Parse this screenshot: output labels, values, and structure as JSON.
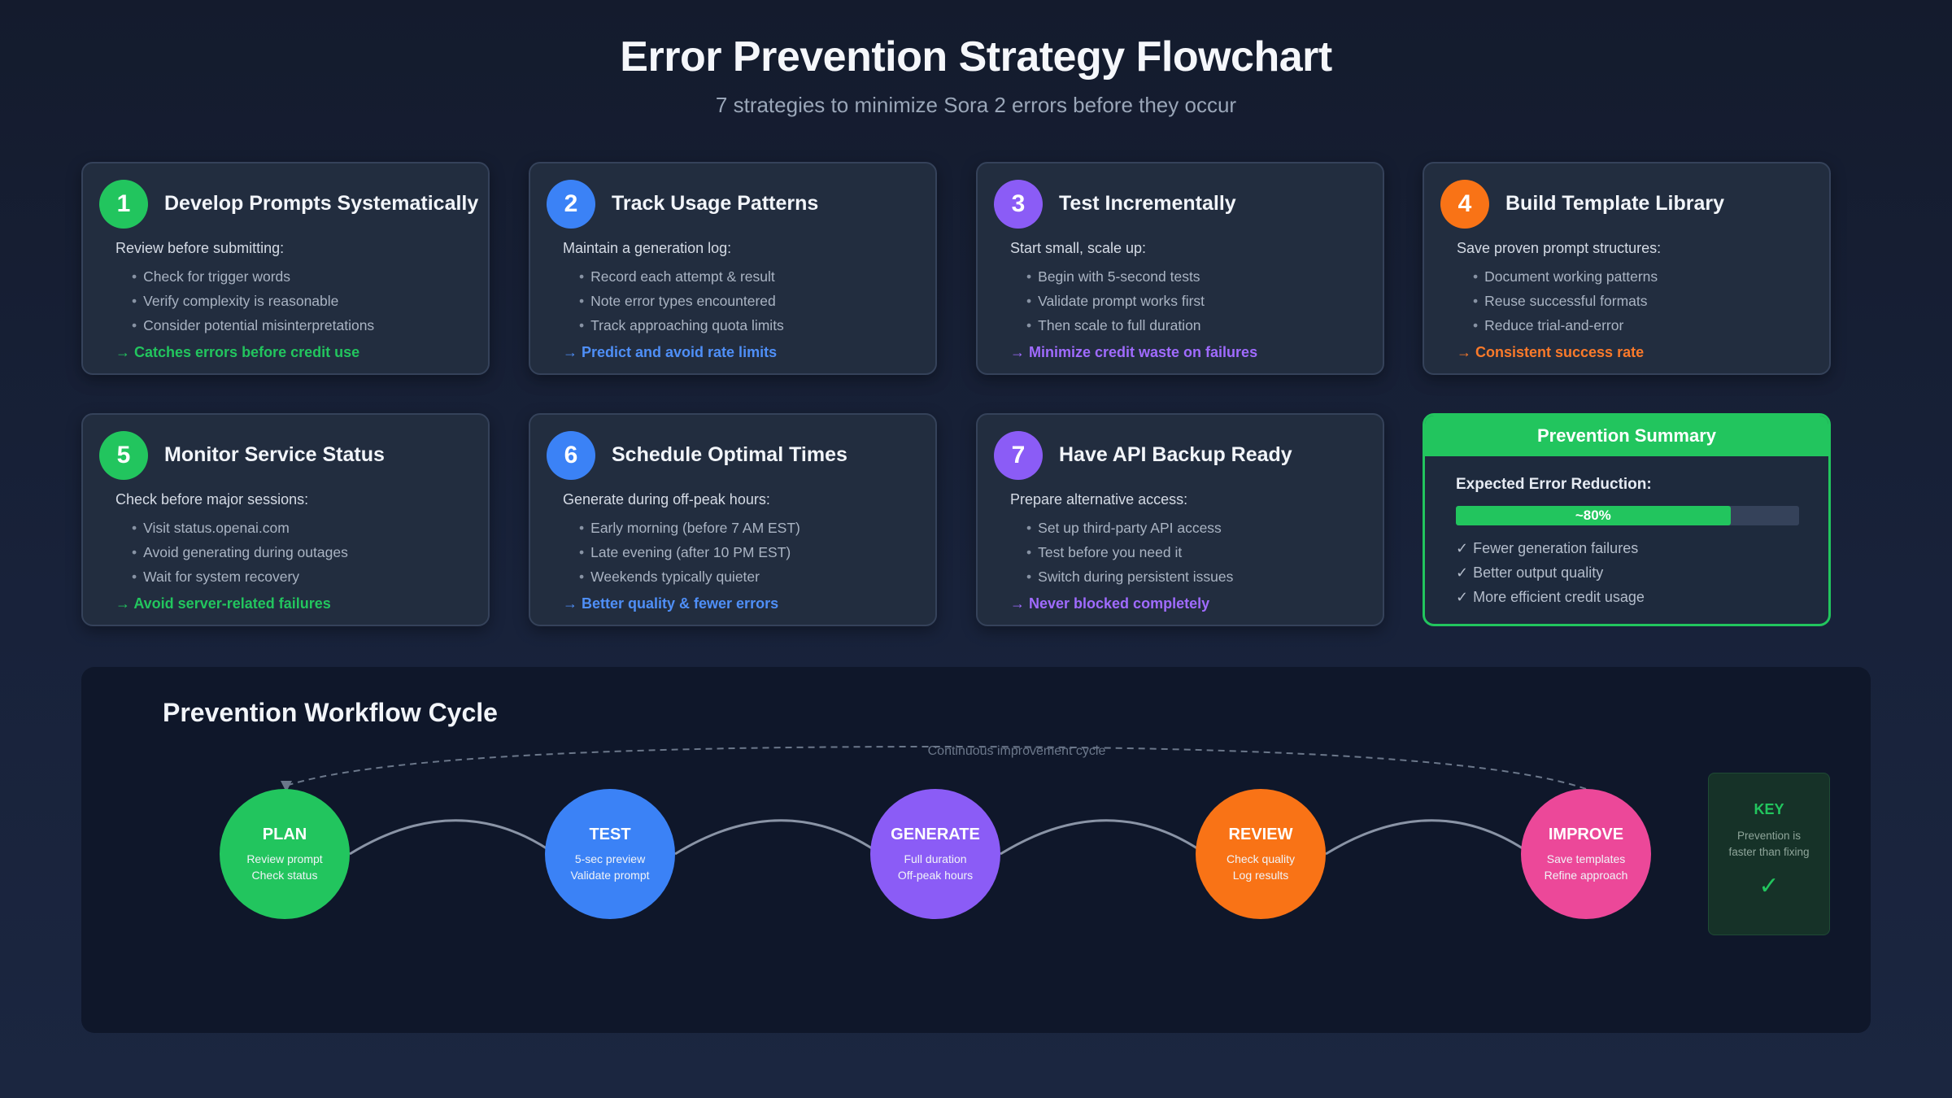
{
  "header": {
    "title": "Error Prevention Strategy Flowchart",
    "subtitle": "7 strategies to minimize Sora 2 errors before they occur"
  },
  "strategies": [
    {
      "number": "1",
      "title": "Develop Prompts Systematically",
      "intro": "Review before submitting:",
      "items": [
        "Check for trigger words",
        "Verify complexity is reasonable",
        "Consider potential misinterpretations"
      ],
      "outcome": "→ Catches errors before credit use",
      "color": "#22c55e"
    },
    {
      "number": "2",
      "title": "Track Usage Patterns",
      "intro": "Maintain a generation log:",
      "items": [
        "Record each attempt & result",
        "Note error types encountered",
        "Track approaching quota limits"
      ],
      "outcome": "→ Predict and avoid rate limits",
      "color": "#3b82f6"
    },
    {
      "number": "3",
      "title": "Test Incrementally",
      "intro": "Start small, scale up:",
      "items": [
        "Begin with 5-second tests",
        "Validate prompt works first",
        "Then scale to full duration"
      ],
      "outcome": "→ Minimize credit waste on failures",
      "color": "#8b5cf6"
    },
    {
      "number": "4",
      "title": "Build Template Library",
      "intro": "Save proven prompt structures:",
      "items": [
        "Document working patterns",
        "Reuse successful formats",
        "Reduce trial-and-error"
      ],
      "outcome": "→ Consistent success rate",
      "color": "#f97316"
    },
    {
      "number": "5",
      "title": "Monitor Service Status",
      "intro": "Check before major sessions:",
      "items": [
        "Visit status.openai.com",
        "Avoid generating during outages",
        "Wait for system recovery"
      ],
      "outcome": "→ Avoid server-related failures",
      "color": "#22c55e"
    },
    {
      "number": "6",
      "title": "Schedule Optimal Times",
      "intro": "Generate during off-peak hours:",
      "items": [
        "Early morning (before 7 AM EST)",
        "Late evening (after 10 PM EST)",
        "Weekends typically quieter"
      ],
      "outcome": "→ Better quality & fewer errors",
      "color": "#3b82f6"
    },
    {
      "number": "7",
      "title": "Have API Backup Ready",
      "intro": "Prepare alternative access:",
      "items": [
        "Set up third-party API access",
        "Test before you need it",
        "Switch during persistent issues"
      ],
      "outcome": "→ Never blocked completely",
      "color": "#8b5cf6"
    }
  ],
  "summary": {
    "title": "Prevention Summary",
    "label": "Expected Error Reduction:",
    "progress_text": "~80%",
    "progress_value": 80,
    "items": [
      "Fewer generation failures",
      "Better output quality",
      "More efficient credit usage"
    ]
  },
  "workflow": {
    "title": "Prevention Workflow Cycle",
    "cycle_label": "Continuous improvement cycle",
    "nodes": [
      {
        "title": "PLAN",
        "lines": [
          "Review prompt",
          "Check status"
        ],
        "color": "#22c55e"
      },
      {
        "title": "TEST",
        "lines": [
          "5-sec preview",
          "Validate prompt"
        ],
        "color": "#3b82f6"
      },
      {
        "title": "GENERATE",
        "lines": [
          "Full duration",
          "Off-peak hours"
        ],
        "color": "#8b5cf6"
      },
      {
        "title": "REVIEW",
        "lines": [
          "Check quality",
          "Log results"
        ],
        "color": "#f97316"
      },
      {
        "title": "IMPROVE",
        "lines": [
          "Save templates",
          "Refine approach"
        ],
        "color": "#ec4899"
      }
    ]
  },
  "key": {
    "title": "KEY",
    "text": "Prevention is faster than fixing",
    "check": "✓"
  },
  "icons": {
    "check": "✓"
  }
}
